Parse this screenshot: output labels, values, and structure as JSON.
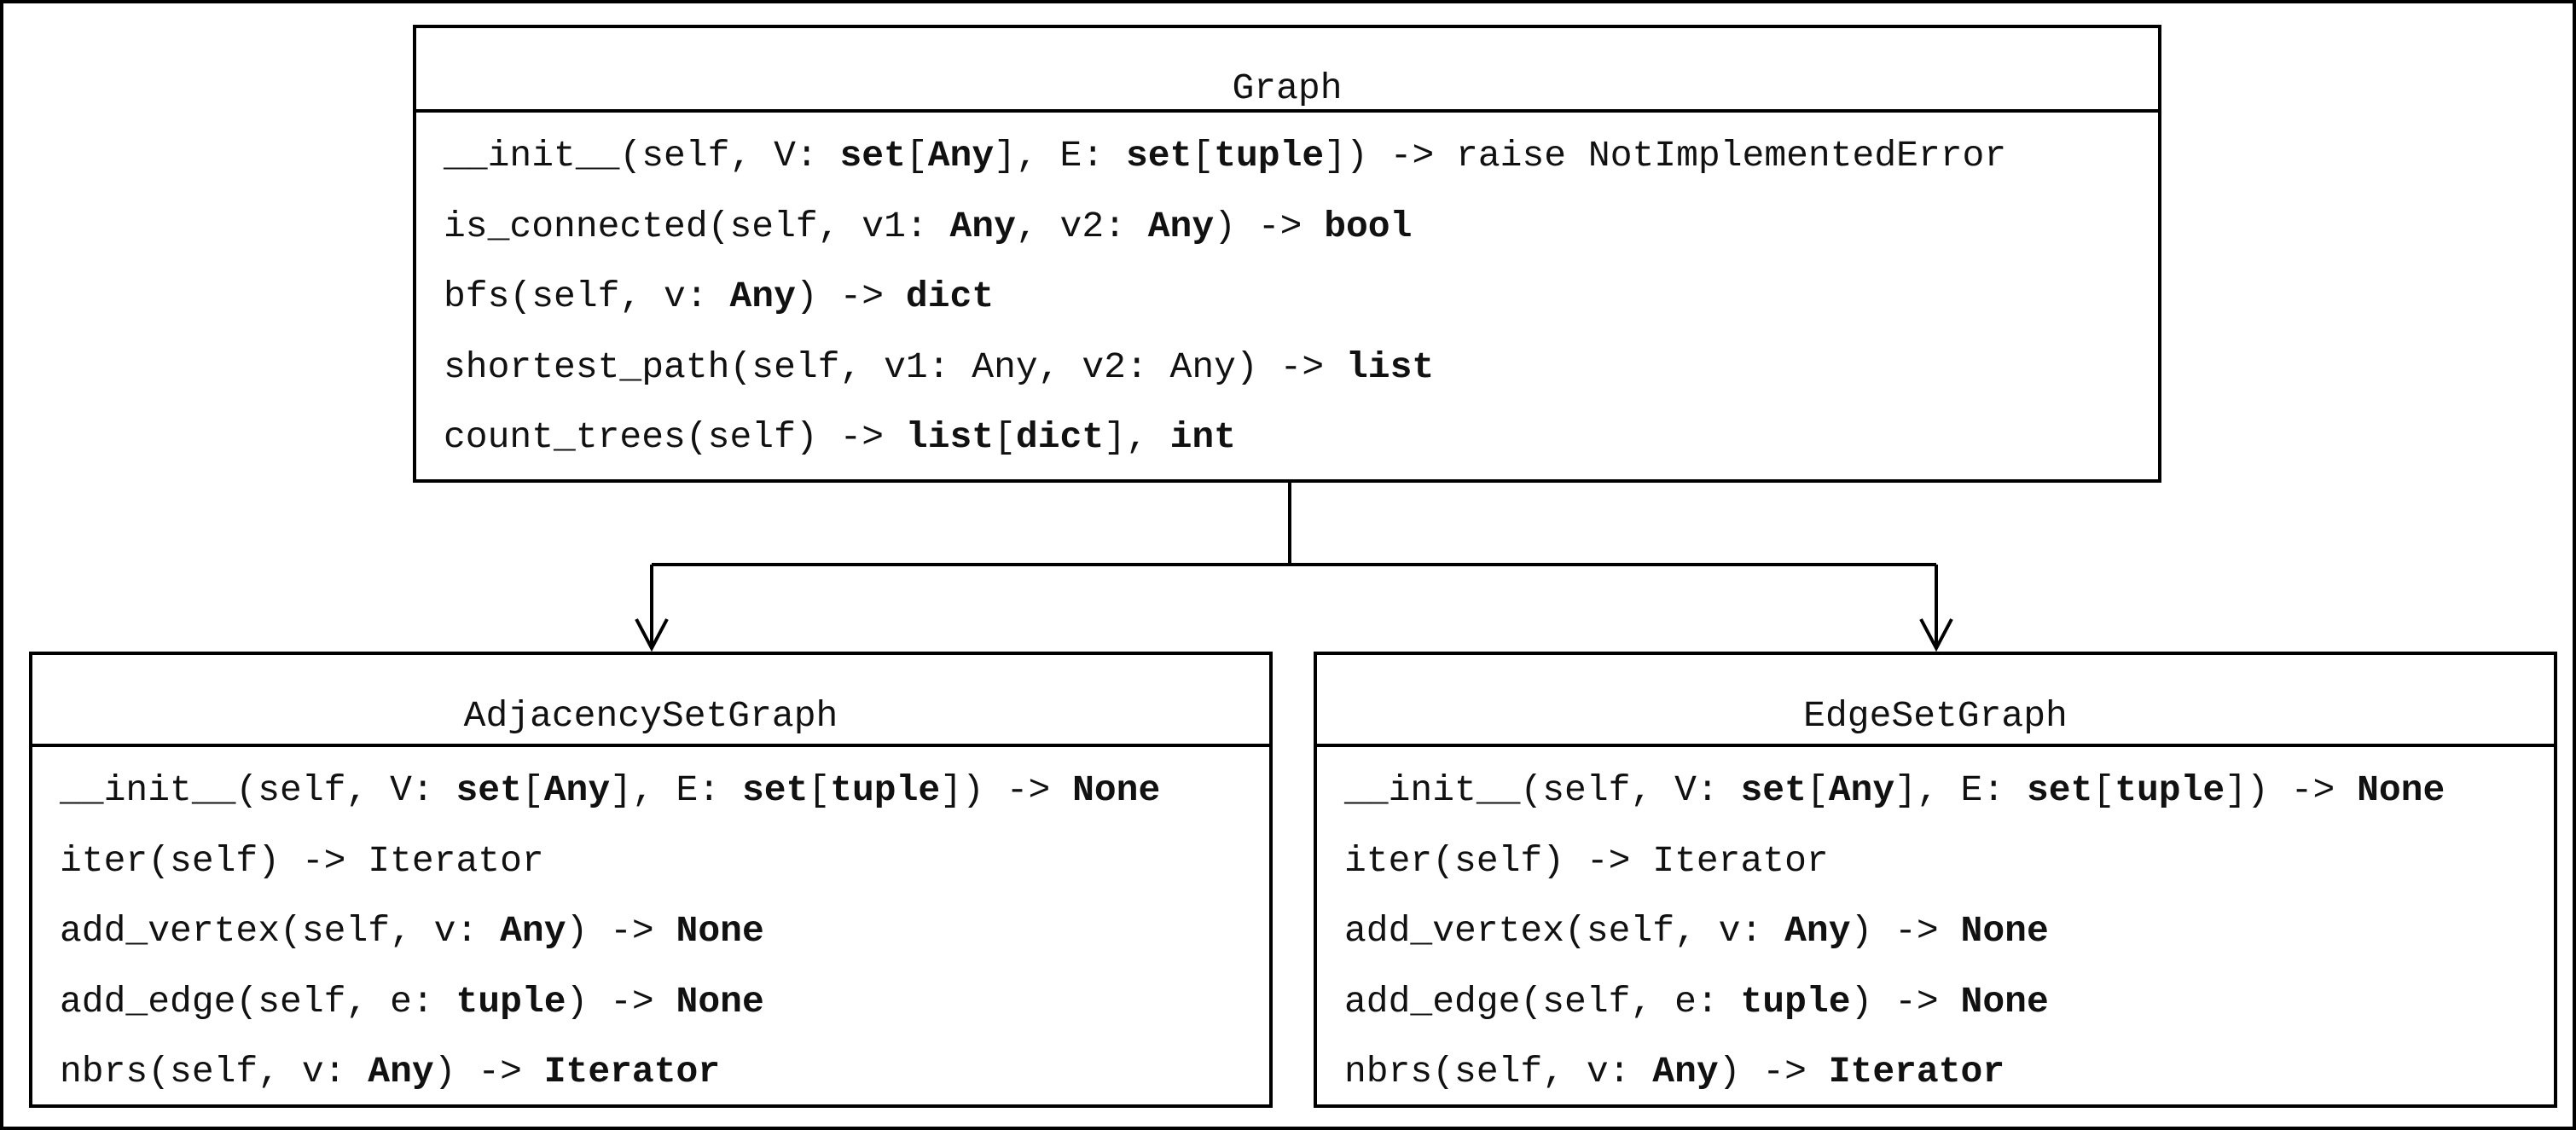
{
  "diagram": {
    "type": "uml-class-diagram",
    "classes": [
      {
        "id": "graph",
        "name": "Graph",
        "methods": [
          [
            {
              "t": "__init__(self, V: "
            },
            {
              "t": "set",
              "b": true
            },
            {
              "t": "["
            },
            {
              "t": "Any",
              "b": true
            },
            {
              "t": "], E: "
            },
            {
              "t": "set",
              "b": true
            },
            {
              "t": "["
            },
            {
              "t": "tuple",
              "b": true
            },
            {
              "t": "]) -> raise NotImplementedError"
            }
          ],
          [
            {
              "t": "is_connected(self, v1: "
            },
            {
              "t": "Any",
              "b": true
            },
            {
              "t": ", v2: "
            },
            {
              "t": "Any",
              "b": true
            },
            {
              "t": ") -> "
            },
            {
              "t": "bool",
              "b": true
            }
          ],
          [
            {
              "t": "bfs(self, v: "
            },
            {
              "t": "Any",
              "b": true
            },
            {
              "t": ") -> "
            },
            {
              "t": "dict",
              "b": true
            }
          ],
          [
            {
              "t": "shortest_path(self, v1: Any, v2: Any) -> "
            },
            {
              "t": "list",
              "b": true
            }
          ],
          [
            {
              "t": "count_trees(self) -> "
            },
            {
              "t": "list",
              "b": true
            },
            {
              "t": "["
            },
            {
              "t": "dict",
              "b": true
            },
            {
              "t": "], "
            },
            {
              "t": "int",
              "b": true
            }
          ]
        ]
      },
      {
        "id": "adjacency",
        "name": "AdjacencySetGraph",
        "methods": [
          [
            {
              "t": "__init__(self, V: "
            },
            {
              "t": "set",
              "b": true
            },
            {
              "t": "["
            },
            {
              "t": "Any",
              "b": true
            },
            {
              "t": "], E: "
            },
            {
              "t": "set",
              "b": true
            },
            {
              "t": "["
            },
            {
              "t": "tuple",
              "b": true
            },
            {
              "t": "]) -> "
            },
            {
              "t": "None",
              "b": true
            }
          ],
          [
            {
              "t": "iter(self) -> Iterator"
            }
          ],
          [
            {
              "t": "add_vertex(self, v: "
            },
            {
              "t": "Any",
              "b": true
            },
            {
              "t": ") -> "
            },
            {
              "t": "None",
              "b": true
            }
          ],
          [
            {
              "t": "add_edge(self, e: "
            },
            {
              "t": "tuple",
              "b": true
            },
            {
              "t": ") -> "
            },
            {
              "t": "None",
              "b": true
            }
          ],
          [
            {
              "t": "nbrs(self, v: "
            },
            {
              "t": "Any",
              "b": true
            },
            {
              "t": ") -> "
            },
            {
              "t": "Iterator",
              "b": true
            }
          ]
        ]
      },
      {
        "id": "edgeset",
        "name": "EdgeSetGraph",
        "methods": [
          [
            {
              "t": "__init__(self, V: "
            },
            {
              "t": "set",
              "b": true
            },
            {
              "t": "["
            },
            {
              "t": "Any",
              "b": true
            },
            {
              "t": "], E: "
            },
            {
              "t": "set",
              "b": true
            },
            {
              "t": "["
            },
            {
              "t": "tuple",
              "b": true
            },
            {
              "t": "]) -> "
            },
            {
              "t": "None",
              "b": true
            }
          ],
          [
            {
              "t": "iter(self) -> Iterator"
            }
          ],
          [
            {
              "t": "add_vertex(self, v: "
            },
            {
              "t": "Any",
              "b": true
            },
            {
              "t": ") -> "
            },
            {
              "t": "None",
              "b": true
            }
          ],
          [
            {
              "t": "add_edge(self, e: "
            },
            {
              "t": "tuple",
              "b": true
            },
            {
              "t": ") -> "
            },
            {
              "t": "None",
              "b": true
            }
          ],
          [
            {
              "t": "nbrs(self, v: "
            },
            {
              "t": "Any",
              "b": true
            },
            {
              "t": ") -> "
            },
            {
              "t": "Iterator",
              "b": true
            }
          ]
        ]
      }
    ],
    "relations": [
      {
        "from": "graph",
        "to": "adjacency",
        "kind": "generalization"
      },
      {
        "from": "graph",
        "to": "edgeset",
        "kind": "generalization"
      }
    ],
    "colors": {
      "line": "#000000",
      "text": "#111111",
      "background": "#ffffff"
    }
  }
}
